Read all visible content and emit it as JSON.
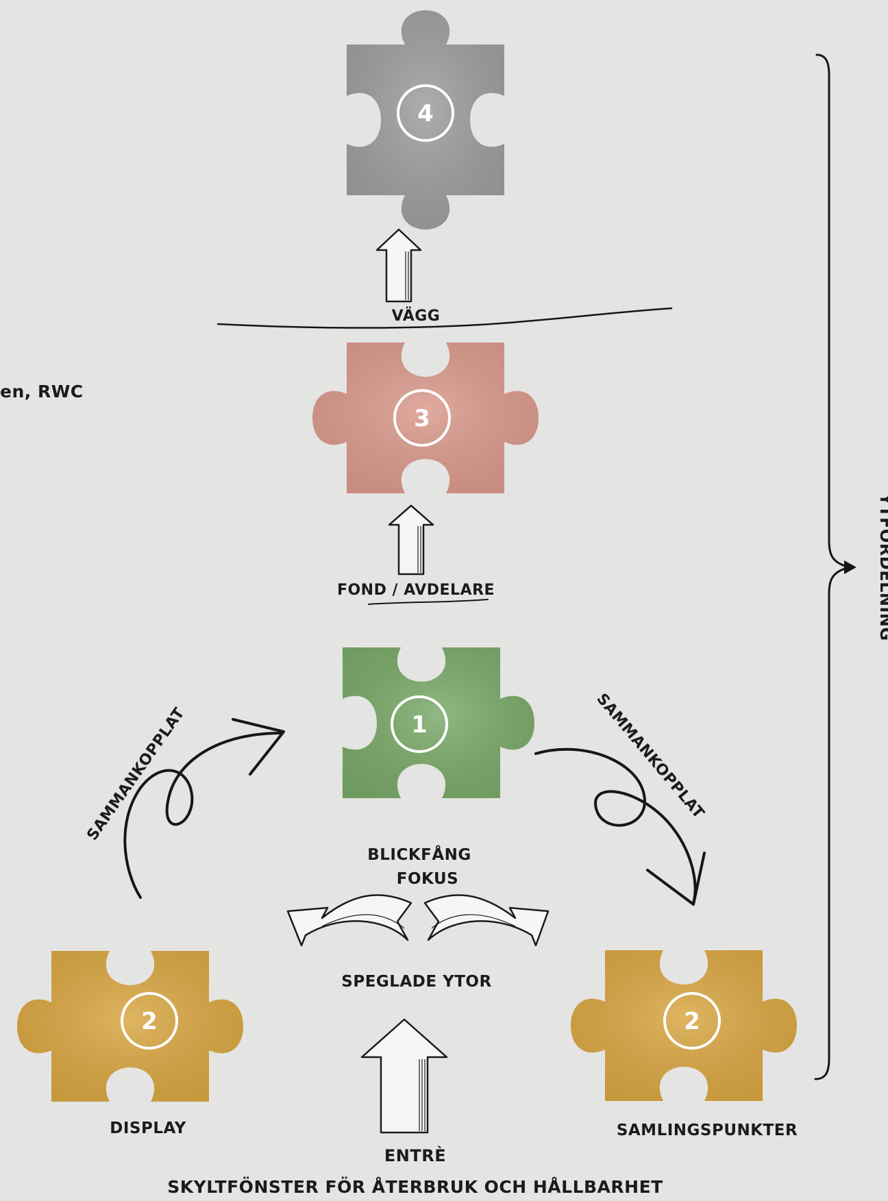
{
  "colors": {
    "background": "#e4e4e2",
    "piece_4": "#9c9c9c",
    "piece_3": "#d9988a",
    "piece_1": "#79a867",
    "piece_2": "#d8a540"
  },
  "left_edge_text": "en, RWC",
  "pieces": {
    "p4": "4",
    "p3": "3",
    "p1": "1",
    "p2_left": "2",
    "p2_right": "2"
  },
  "labels": {
    "vagg": "VÄGG",
    "fond": "FOND / AVDELARE",
    "blickfang": "BLICKFÅNG",
    "fokus": "FOKUS",
    "speglade": "SPEGLADE YTOR",
    "display": "DISPLAY",
    "samlingspunkter": "SAMLINGSPUNKTER",
    "entre": "ENTRÈ",
    "bottom_title": "SKYLTFÖNSTER FÖR ÅTERBRUK OCH HÅLLBARHET",
    "sammankopplat_left": "SAMMANKOPPLAT",
    "sammankopplat_right": "SAMMANKOPPLAT",
    "ytfordelning": "YTFÖRDELNING"
  }
}
